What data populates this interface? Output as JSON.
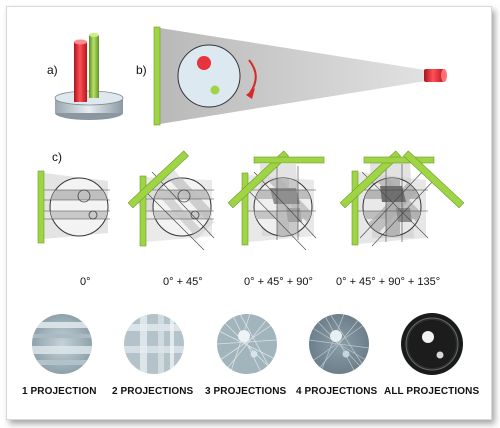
{
  "panels": {
    "a": "a)",
    "b": "b)",
    "c": "c)"
  },
  "angles": [
    "0°",
    "0° + 45°",
    "0° + 45° + 90°",
    "0° + 45° + 90° + 135°"
  ],
  "projections": [
    "1 PROJECTION",
    "2 PROJECTIONS",
    "3 PROJECTIONS",
    "4 PROJECTIONS",
    "ALL PROJECTIONS"
  ],
  "colors": {
    "detector_green": "#9fd545",
    "source_red": "#e8323c",
    "object_fill": "#dce9f0",
    "beam_gray": "#c8c8c8"
  }
}
